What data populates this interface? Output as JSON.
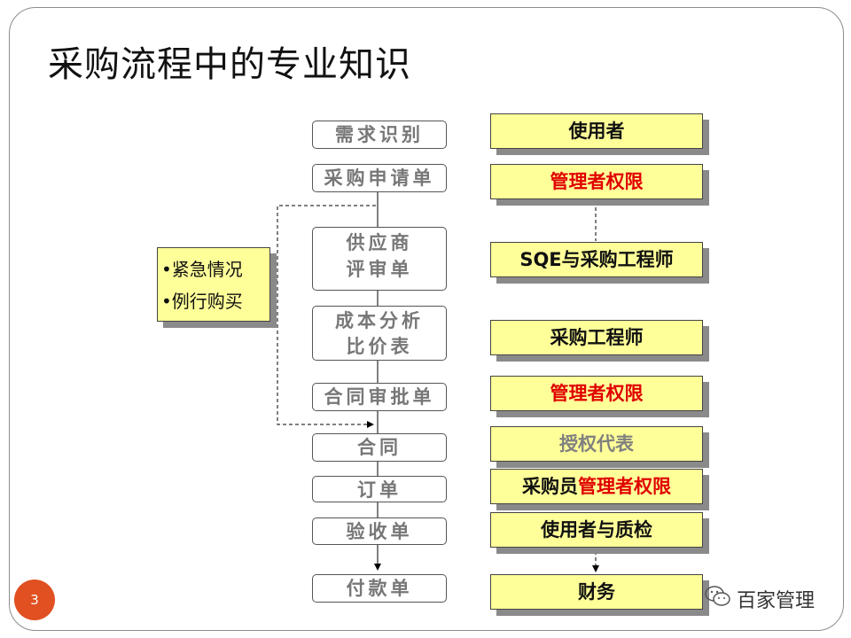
{
  "title": "采购流程中的专业知识",
  "steps": [
    {
      "line1": "需求识别",
      "line2": ""
    },
    {
      "line1": "采购申请单",
      "line2": ""
    },
    {
      "line1": "供应商",
      "line2": "评审单"
    },
    {
      "line1": "成本分析",
      "line2": "比价表"
    },
    {
      "line1": "合同审批单",
      "line2": ""
    },
    {
      "line1": "合同",
      "line2": ""
    },
    {
      "line1": "订单",
      "line2": ""
    },
    {
      "line1": "验收单",
      "line2": ""
    },
    {
      "line1": "付款单",
      "line2": ""
    }
  ],
  "roles": [
    {
      "text": "使用者"
    },
    {
      "text": "管理者权限"
    },
    {
      "text": "SQE与采购工程师"
    },
    {
      "text": "采购工程师"
    },
    {
      "text": "管理者权限"
    },
    {
      "text": "授权代表"
    },
    {
      "prefix": "采购员",
      "highlight": "管理者权限"
    },
    {
      "text": "使用者与质检"
    },
    {
      "text": "财务"
    }
  ],
  "note_items": [
    "•紧急情况",
    "•例行购买"
  ],
  "page_number": "3",
  "watermark": "百家管理",
  "colors": {
    "box_fill": "#ffff99",
    "highlight_red": "#e00000",
    "page_badge": "#e05020"
  }
}
